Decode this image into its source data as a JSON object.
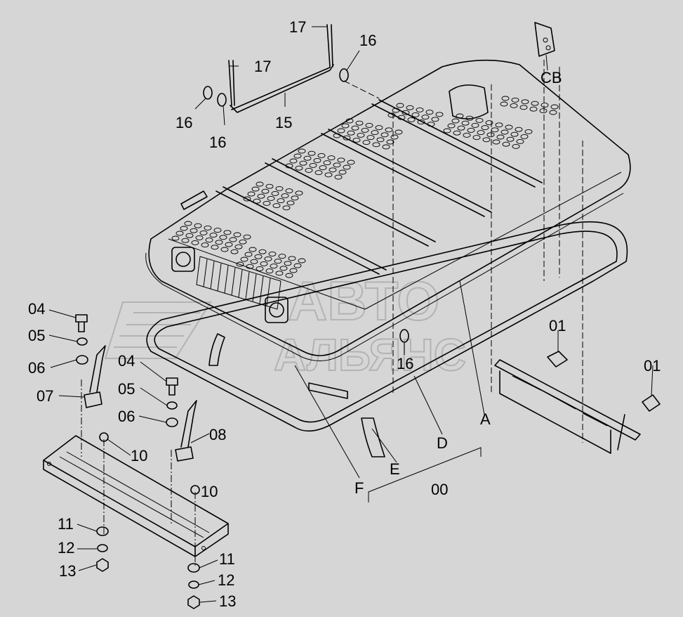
{
  "watermark": {
    "line1": "АВТО",
    "line2": "АЛЬЯНС"
  },
  "callouts": [
    {
      "key": "c17a",
      "text": "17"
    },
    {
      "key": "c17b",
      "text": "17"
    },
    {
      "key": "c16a",
      "text": "16"
    },
    {
      "key": "c16b",
      "text": "16"
    },
    {
      "key": "c16c",
      "text": "16"
    },
    {
      "key": "c16d",
      "text": "16"
    },
    {
      "key": "c15",
      "text": "15"
    },
    {
      "key": "cCB",
      "text": "CB"
    },
    {
      "key": "c04a",
      "text": "04"
    },
    {
      "key": "c05a",
      "text": "05"
    },
    {
      "key": "c06a",
      "text": "06"
    },
    {
      "key": "c07",
      "text": "07"
    },
    {
      "key": "c04b",
      "text": "04"
    },
    {
      "key": "c05b",
      "text": "05"
    },
    {
      "key": "c06b",
      "text": "06"
    },
    {
      "key": "c08",
      "text": "08"
    },
    {
      "key": "c10a",
      "text": "10"
    },
    {
      "key": "c10b",
      "text": "10"
    },
    {
      "key": "c11a",
      "text": "11"
    },
    {
      "key": "c12a",
      "text": "12"
    },
    {
      "key": "c13a",
      "text": "13"
    },
    {
      "key": "c11b",
      "text": "11"
    },
    {
      "key": "c12b",
      "text": "12"
    },
    {
      "key": "c13b",
      "text": "13"
    },
    {
      "key": "c01a",
      "text": "01"
    },
    {
      "key": "c01b",
      "text": "01"
    },
    {
      "key": "cA",
      "text": "A"
    },
    {
      "key": "cD",
      "text": "D"
    },
    {
      "key": "cE",
      "text": "E"
    },
    {
      "key": "cF",
      "text": "F"
    },
    {
      "key": "c00",
      "text": "00"
    }
  ]
}
